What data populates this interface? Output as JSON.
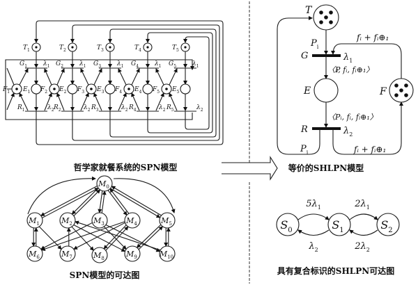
{
  "spn_model": {
    "caption": "哲学家就餐系统的SPN模型",
    "philosophers": [
      {
        "T": "T",
        "T_sub": "1",
        "G": "G",
        "G_sub": "1",
        "E": "E",
        "E_sub": "1",
        "F": "F",
        "F_sub": "1",
        "R": "R",
        "R_sub": "1"
      },
      {
        "T": "T",
        "T_sub": "2",
        "G": "G",
        "G_sub": "2",
        "E": "E",
        "E_sub": "2",
        "F": "F",
        "F_sub": "2",
        "R": "R",
        "R_sub": "2"
      },
      {
        "T": "T",
        "T_sub": "3",
        "G": "G",
        "G_sub": "3",
        "E": "E",
        "E_sub": "3",
        "F": "F",
        "F_sub": "3",
        "R": "R",
        "R_sub": "3"
      },
      {
        "T": "T",
        "T_sub": "4",
        "G": "G",
        "G_sub": "4",
        "E": "E",
        "E_sub": "4",
        "F": "F",
        "F_sub": "4",
        "R": "R",
        "R_sub": "4"
      },
      {
        "T": "T",
        "T_sub": "5",
        "G": "G",
        "G_sub": "5",
        "E": "E",
        "E_sub": "5",
        "F": "F",
        "F_sub": "5",
        "R": "R",
        "R_sub": "5"
      }
    ],
    "rate_g": "λ",
    "rate_g_sub": "1",
    "rate_r": "λ",
    "rate_r_sub": "2"
  },
  "reachability_spn": {
    "caption": "SPN模型的可达图",
    "nodes": [
      {
        "id": "M0",
        "label": "M",
        "sub": "0"
      },
      {
        "id": "M1",
        "label": "M",
        "sub": "1"
      },
      {
        "id": "M2",
        "label": "M",
        "sub": "2"
      },
      {
        "id": "M3",
        "label": "M",
        "sub": "3"
      },
      {
        "id": "M4",
        "label": "M",
        "sub": "4"
      },
      {
        "id": "M5",
        "label": "M",
        "sub": "5"
      },
      {
        "id": "M6",
        "label": "M",
        "sub": "6"
      },
      {
        "id": "M7",
        "label": "M",
        "sub": "7"
      },
      {
        "id": "M8",
        "label": "M",
        "sub": "8"
      },
      {
        "id": "M9",
        "label": "M",
        "sub": "9"
      },
      {
        "id": "M10",
        "label": "M",
        "sub": "10"
      }
    ],
    "edges": [
      [
        "M0",
        "M1"
      ],
      [
        "M1",
        "M0"
      ],
      [
        "M0",
        "M2"
      ],
      [
        "M2",
        "M0"
      ],
      [
        "M0",
        "M3"
      ],
      [
        "M3",
        "M0"
      ],
      [
        "M0",
        "M4"
      ],
      [
        "M4",
        "M0"
      ],
      [
        "M0",
        "M5"
      ],
      [
        "M5",
        "M0"
      ],
      [
        "M1",
        "M6"
      ],
      [
        "M6",
        "M1"
      ],
      [
        "M1",
        "M7"
      ],
      [
        "M2",
        "M8"
      ],
      [
        "M2",
        "M9"
      ],
      [
        "M3",
        "M9"
      ],
      [
        "M3",
        "M10"
      ],
      [
        "M3",
        "M6"
      ],
      [
        "M4",
        "M6"
      ],
      [
        "M4",
        "M7"
      ],
      [
        "M4",
        "M8"
      ],
      [
        "M5",
        "M9"
      ],
      [
        "M5",
        "M10"
      ],
      [
        "M10",
        "M5"
      ],
      [
        "M7",
        "M2"
      ],
      [
        "M8",
        "M4"
      ],
      [
        "M9",
        "M5"
      ],
      [
        "M10",
        "M2"
      ]
    ]
  },
  "shlpn_model": {
    "caption": "等价的SHLPN模型",
    "place_T": "T",
    "place_E": "E",
    "place_F": "F",
    "trans_G": "G",
    "trans_R": "R",
    "rate_G": "λ",
    "rate_G_sub": "1",
    "rate_R": "λ",
    "rate_R_sub": "2",
    "arc_Pi": "P",
    "arc_Pi_sub": "i",
    "arc_f": "f",
    "arc_f_sub": "i",
    "plus": " + ",
    "arc_f2_sub": "i⊕1",
    "tuple": "〈P",
    "tuple_sep": ", f",
    "tokens_T": 5,
    "tokens_F": 5
  },
  "reachability_shlpn": {
    "caption": "具有复合标识的SHLPN可达图",
    "states": [
      {
        "label": "S",
        "sub": "0"
      },
      {
        "label": "S",
        "sub": "1"
      },
      {
        "label": "S",
        "sub": "2"
      }
    ],
    "rates": [
      {
        "from": "S0",
        "to": "S1",
        "coef": "5",
        "sym": "λ",
        "sub": "1"
      },
      {
        "from": "S1",
        "to": "S0",
        "coef": "",
        "sym": "λ",
        "sub": "2"
      },
      {
        "from": "S1",
        "to": "S2",
        "coef": "2",
        "sym": "λ",
        "sub": "1"
      },
      {
        "from": "S2",
        "to": "S1",
        "coef": "2",
        "sym": "λ",
        "sub": "2"
      }
    ]
  }
}
